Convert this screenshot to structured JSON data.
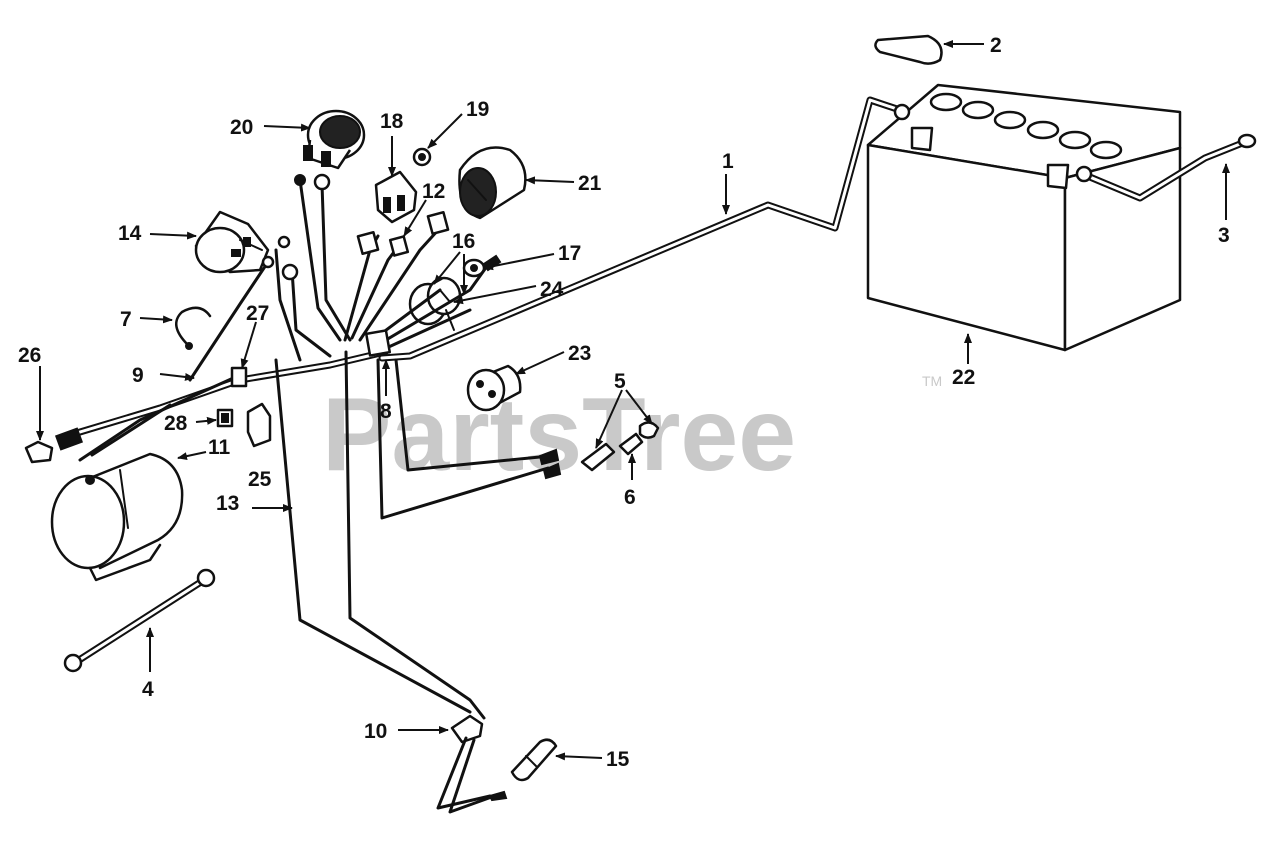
{
  "watermark": {
    "text": "PartsTree",
    "trademark": "TM"
  },
  "callouts": [
    {
      "id": "1",
      "text": "1"
    },
    {
      "id": "2",
      "text": "2"
    },
    {
      "id": "3",
      "text": "3"
    },
    {
      "id": "4",
      "text": "4"
    },
    {
      "id": "5",
      "text": "5"
    },
    {
      "id": "6",
      "text": "6"
    },
    {
      "id": "7",
      "text": "7"
    },
    {
      "id": "8",
      "text": "8"
    },
    {
      "id": "9",
      "text": "9"
    },
    {
      "id": "10",
      "text": "10"
    },
    {
      "id": "11",
      "text": "11"
    },
    {
      "id": "12",
      "text": "12"
    },
    {
      "id": "13",
      "text": "13"
    },
    {
      "id": "14",
      "text": "14"
    },
    {
      "id": "15",
      "text": "15"
    },
    {
      "id": "16",
      "text": "16"
    },
    {
      "id": "17",
      "text": "17"
    },
    {
      "id": "18",
      "text": "18"
    },
    {
      "id": "19",
      "text": "19"
    },
    {
      "id": "20",
      "text": "20"
    },
    {
      "id": "21",
      "text": "21"
    },
    {
      "id": "22",
      "text": "22"
    },
    {
      "id": "23",
      "text": "23"
    },
    {
      "id": "24",
      "text": "24"
    },
    {
      "id": "25",
      "text": "25"
    },
    {
      "id": "26",
      "text": "26"
    },
    {
      "id": "27",
      "text": "27"
    },
    {
      "id": "28",
      "text": "28"
    }
  ],
  "colors": {
    "ink": "#111111",
    "watermark": "#c9c9c9",
    "background": "#ffffff"
  }
}
